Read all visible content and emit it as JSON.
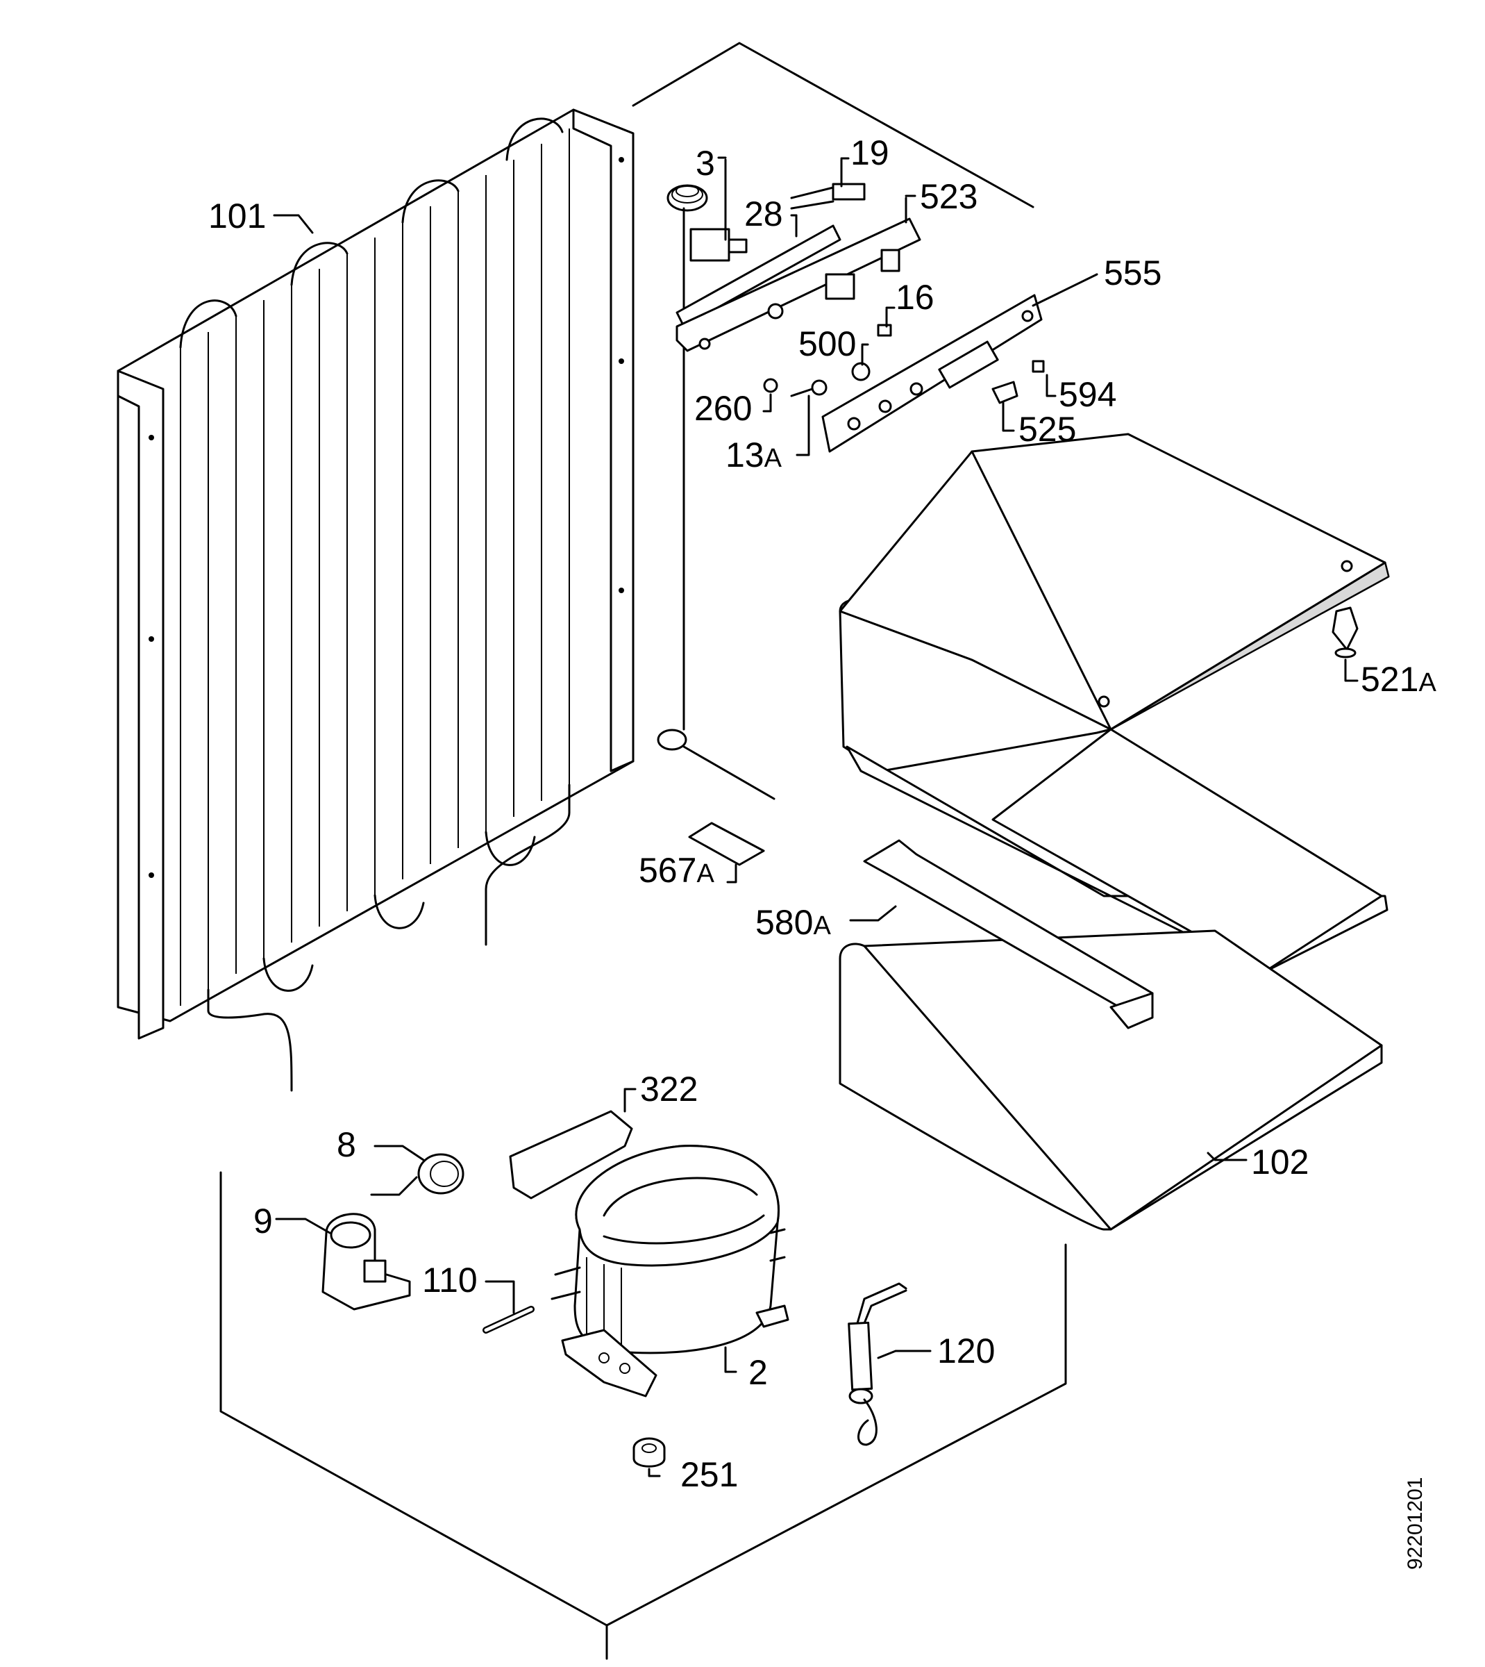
{
  "labels": {
    "p101": "101",
    "p3": "3",
    "p19": "19",
    "p523": "523",
    "p28": "28",
    "p555": "555",
    "p16": "16",
    "p500": "500",
    "p594": "594",
    "p260": "260",
    "p525": "525",
    "p13a": "13",
    "p13a_suffix": "A",
    "p521a": "521",
    "p521a_suffix": "A",
    "p567a": "567",
    "p567a_suffix": "A",
    "p580a": "580",
    "p580a_suffix": "A",
    "p322": "322",
    "p8": "8",
    "p102": "102",
    "p9": "9",
    "p110": "110",
    "p120": "120",
    "p2": "2",
    "p251": "251"
  },
  "document_number": "92201201"
}
